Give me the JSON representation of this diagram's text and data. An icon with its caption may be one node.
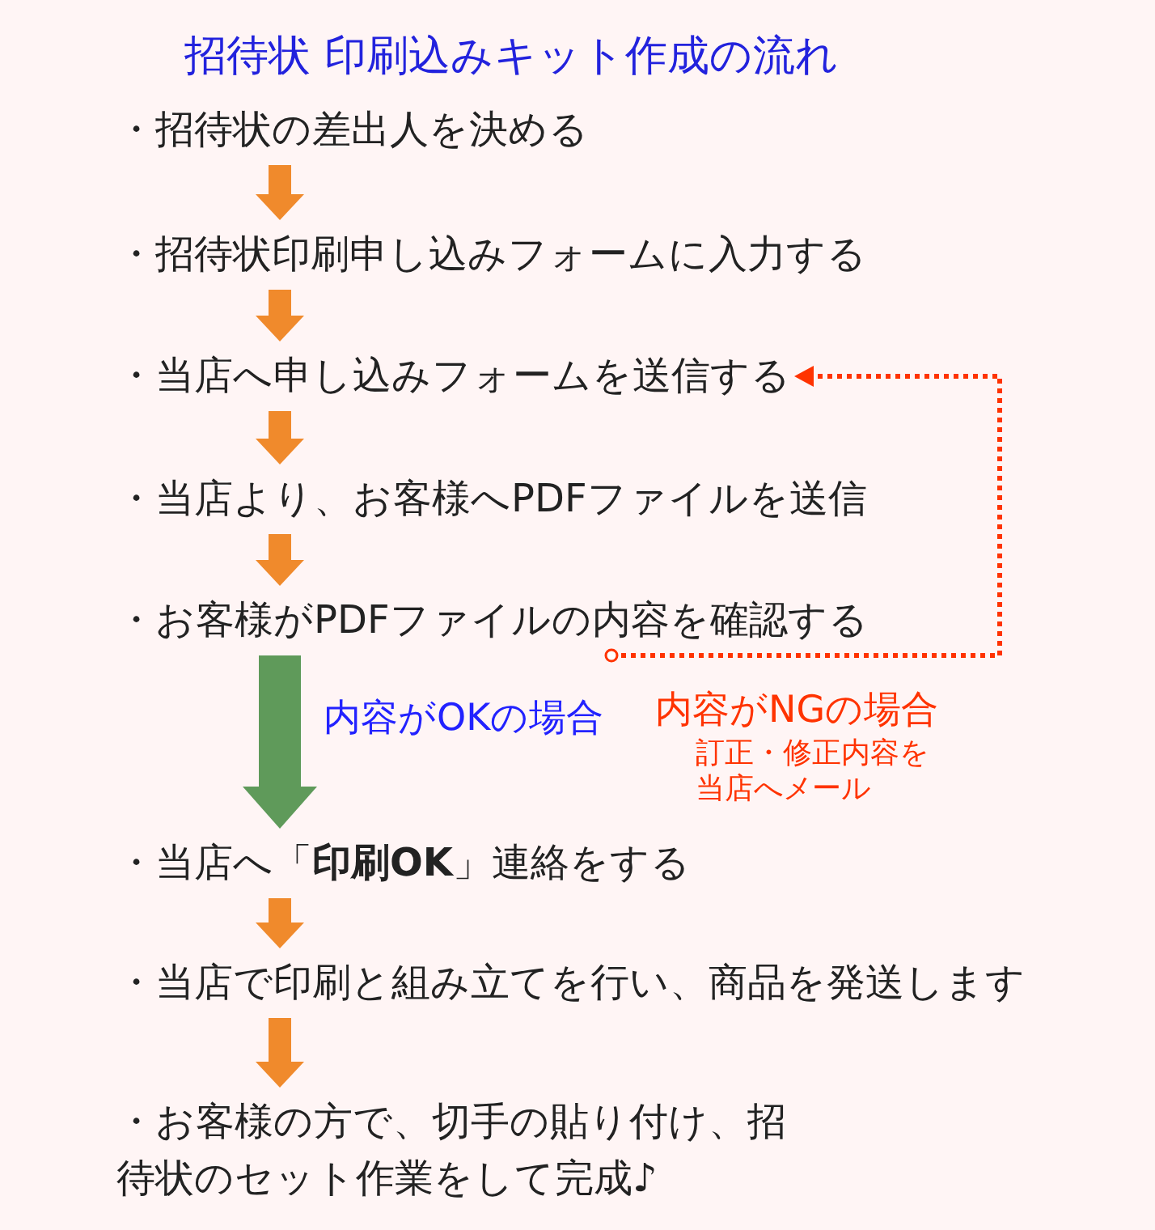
{
  "diagram": {
    "title": "招待状 印刷込みキット作成の流れ",
    "nodes": [
      {
        "text": [
          "・招待状の差出人を決める"
        ]
      },
      {
        "text": [
          "・招待状印刷申し込みフォームに入力する"
        ]
      },
      {
        "text": [
          "・当店へ申し込みフォームを送信する"
        ]
      },
      {
        "text": [
          "・当店より、お客様へPDFファイルを送信"
        ]
      },
      {
        "text": [
          "・お客様がPDFファイルの内容を確認する"
        ]
      },
      {
        "text": [
          "・当店へ「**印刷OK**」連絡をする"
        ]
      },
      {
        "text": [
          "・当店で印刷と組み立てを行い、商品を発送します"
        ]
      },
      {
        "text": [
          "・お客様の方で、切手の貼り付け、招待状のセット作業をして完成♪"
        ]
      }
    ],
    "edges": [
      {
        "from": 0,
        "to": 1,
        "arrow": "to"
      },
      {
        "from": 1,
        "to": 2,
        "arrow": "to"
      },
      {
        "from": 2,
        "to": 3,
        "arrow": "to"
      },
      {
        "from": 3,
        "to": 4,
        "arrow": "to"
      },
      {
        "from": 4,
        "to": 5,
        "arrow": "to",
        "label": "内容がOKの場合",
        "style": "thick",
        "color": "#5f9a5a"
      },
      {
        "from": 5,
        "to": 6,
        "arrow": "to"
      },
      {
        "from": 6,
        "to": 7,
        "arrow": "to"
      },
      {
        "from": 4,
        "to": 2,
        "arrow": "to",
        "label": "内容がNGの場合",
        "style": "dashed",
        "color": "#ff3300"
      }
    ],
    "labels": [
      "訂正・修正内容を当店へメール"
    ]
  }
}
